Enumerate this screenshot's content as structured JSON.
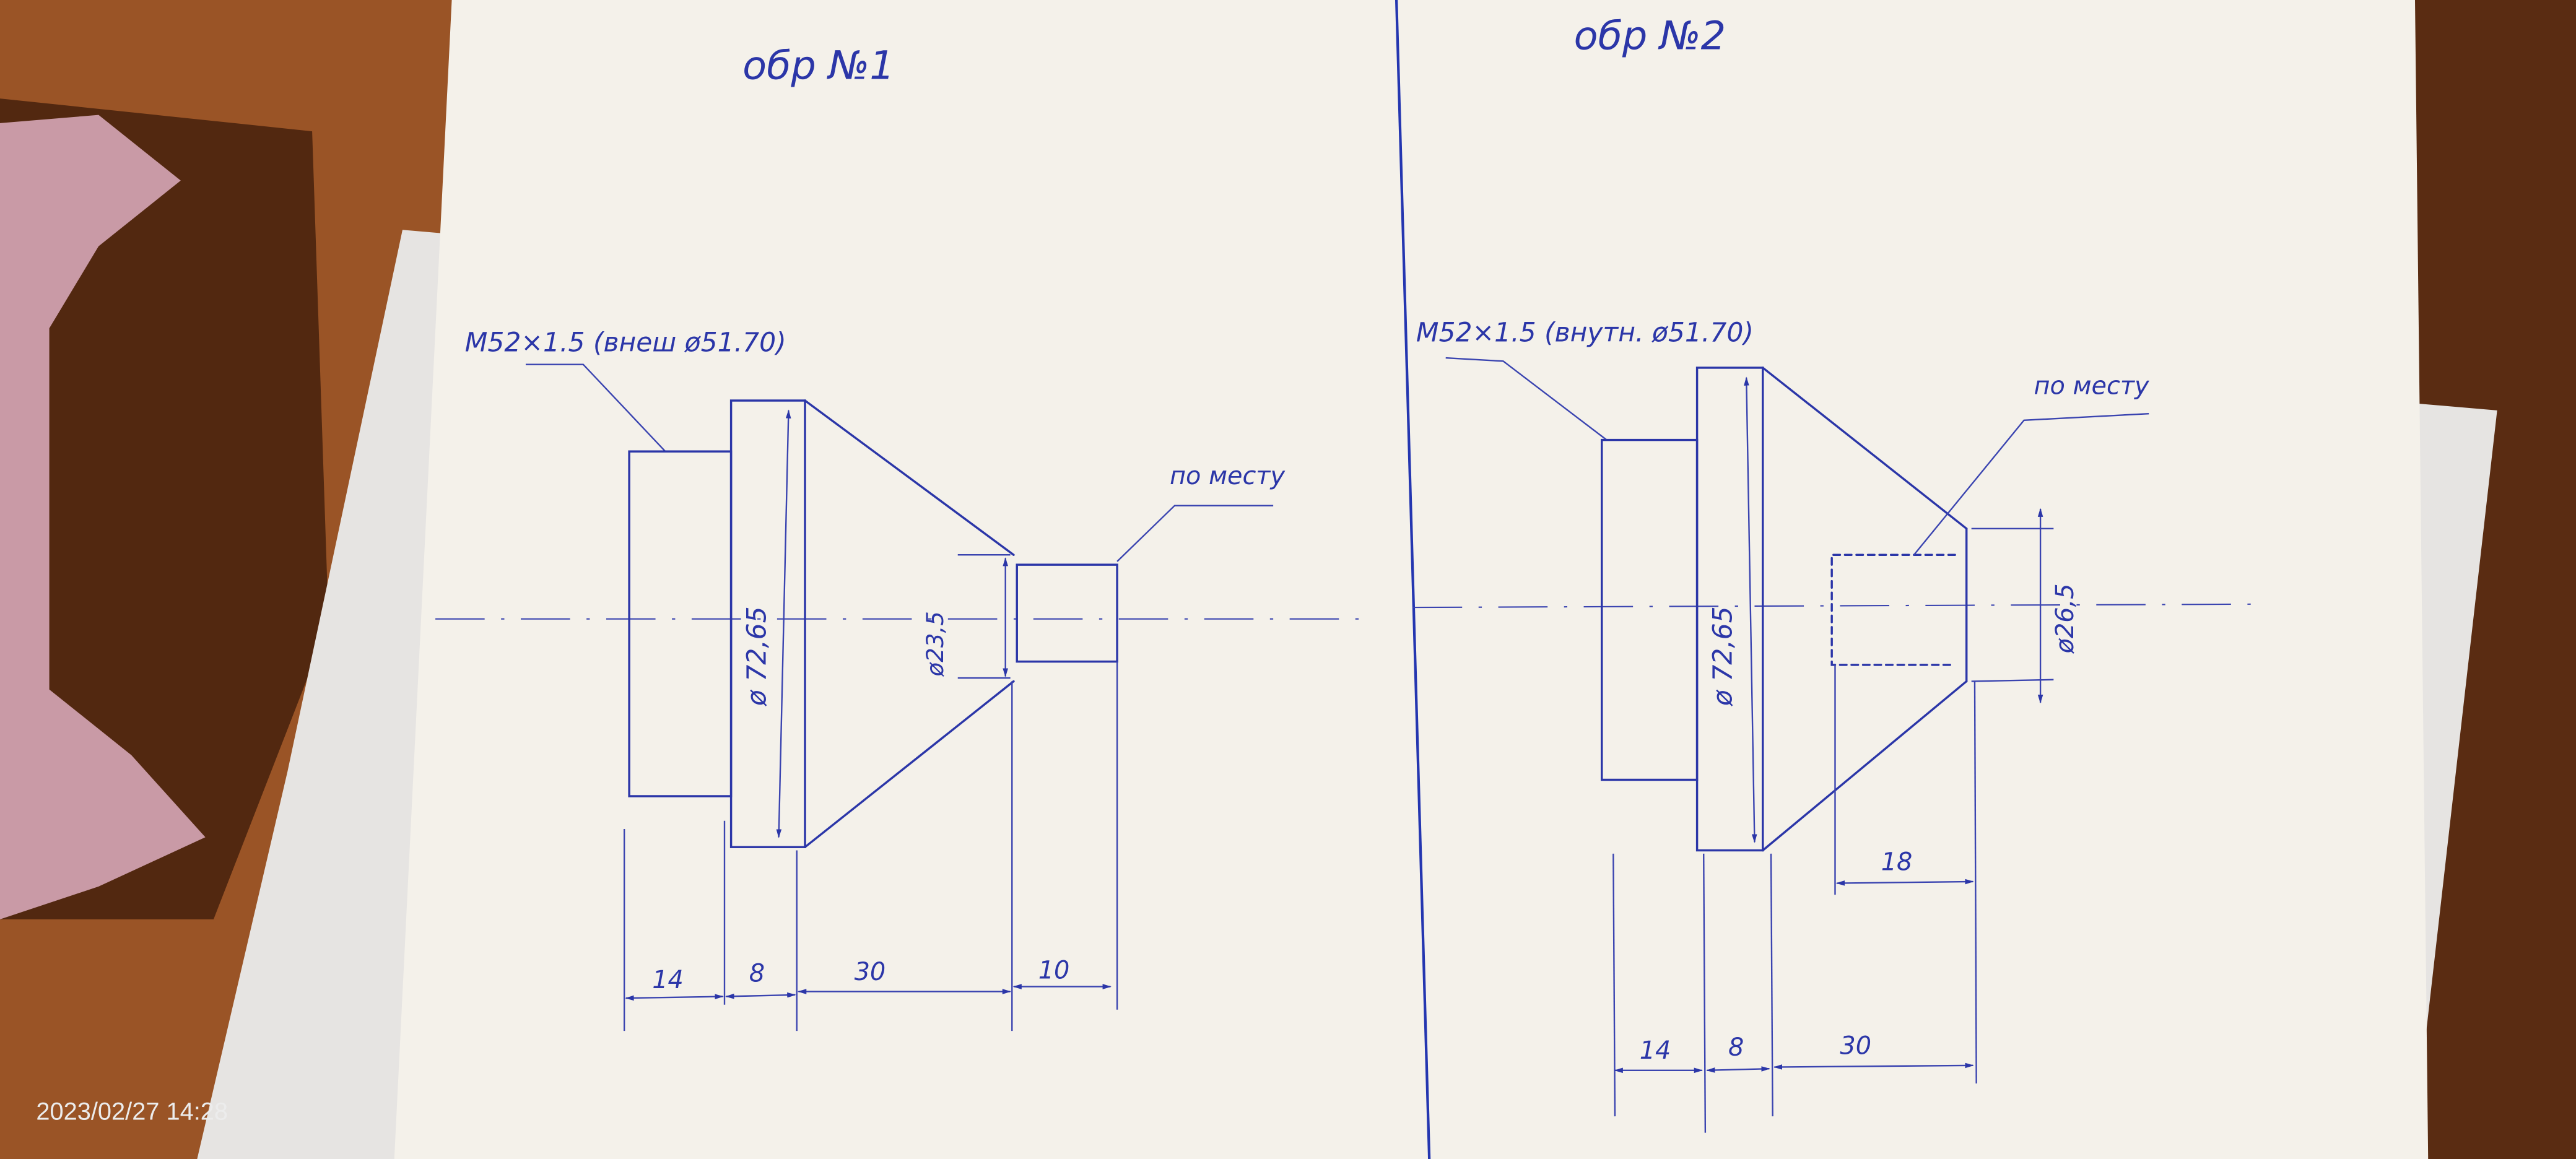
{
  "colors": {
    "ink": "#2b36a8",
    "paper": "#f4f1ea",
    "wood": "#9a5426"
  },
  "timestamp": "2023/02/27 14:28",
  "sheet": {
    "drawing1": {
      "title": "обр №1",
      "thread_note": "M52×1.5 (внеш ø51.70)",
      "fit_note": "по месту",
      "dia_flange": "ø 72,65",
      "dia_small": "ø23,5",
      "dims": [
        "14",
        "8",
        "30",
        "10"
      ]
    },
    "drawing2": {
      "title": "обр №2",
      "thread_note": "M52×1.5 (внутн. ø51.70)",
      "fit_note": "по месту",
      "dia_flange": "ø 72,65",
      "dia_bore": "ø26,5",
      "bore_depth": "18",
      "dims": [
        "14",
        "8",
        "30"
      ]
    }
  }
}
